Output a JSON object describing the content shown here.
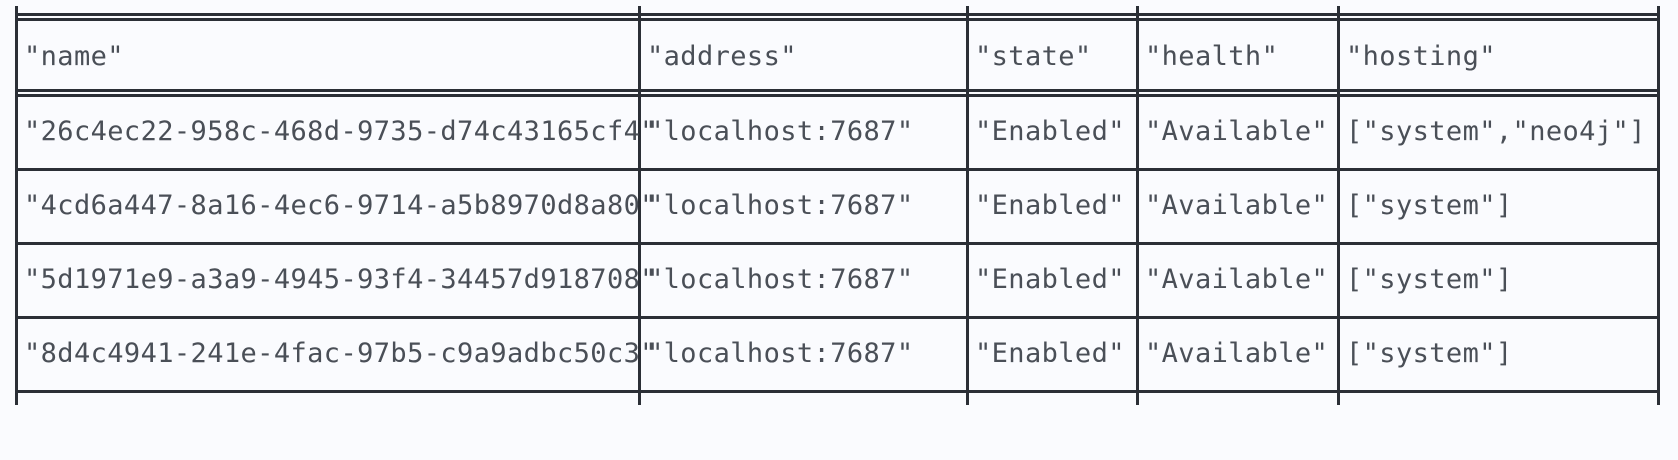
{
  "table": {
    "kind": "ascii-table",
    "border_color": "#2b2f36",
    "text_color": "#4a4f57",
    "background_color": "#fafbfe",
    "columns": [
      {
        "key": "name",
        "header": "\"name\""
      },
      {
        "key": "address",
        "header": "\"address\""
      },
      {
        "key": "state",
        "header": "\"state\""
      },
      {
        "key": "health",
        "header": "\"health\""
      },
      {
        "key": "hosting",
        "header": "\"hosting\""
      }
    ],
    "rows": [
      {
        "name": "\"26c4ec22-958c-468d-9735-d74c43165cf4\"",
        "address": "\"localhost:7687\"",
        "state": "\"Enabled\"",
        "health": "\"Available\"",
        "hosting": "[\"system\",\"neo4j\"]"
      },
      {
        "name": "\"4cd6a447-8a16-4ec6-9714-a5b8970d8a80\"",
        "address": "\"localhost:7687\"",
        "state": "\"Enabled\"",
        "health": "\"Available\"",
        "hosting": "[\"system\"]"
      },
      {
        "name": "\"5d1971e9-a3a9-4945-93f4-34457d918708\"",
        "address": "\"localhost:7687\"",
        "state": "\"Enabled\"",
        "health": "\"Available\"",
        "hosting": "[\"system\"]"
      },
      {
        "name": "\"8d4c4941-241e-4fac-97b5-c9a9adbc50c3\"",
        "address": "\"localhost:7687\"",
        "state": "\"Enabled\"",
        "health": "\"Available\"",
        "hosting": "[\"system\"]"
      }
    ]
  }
}
